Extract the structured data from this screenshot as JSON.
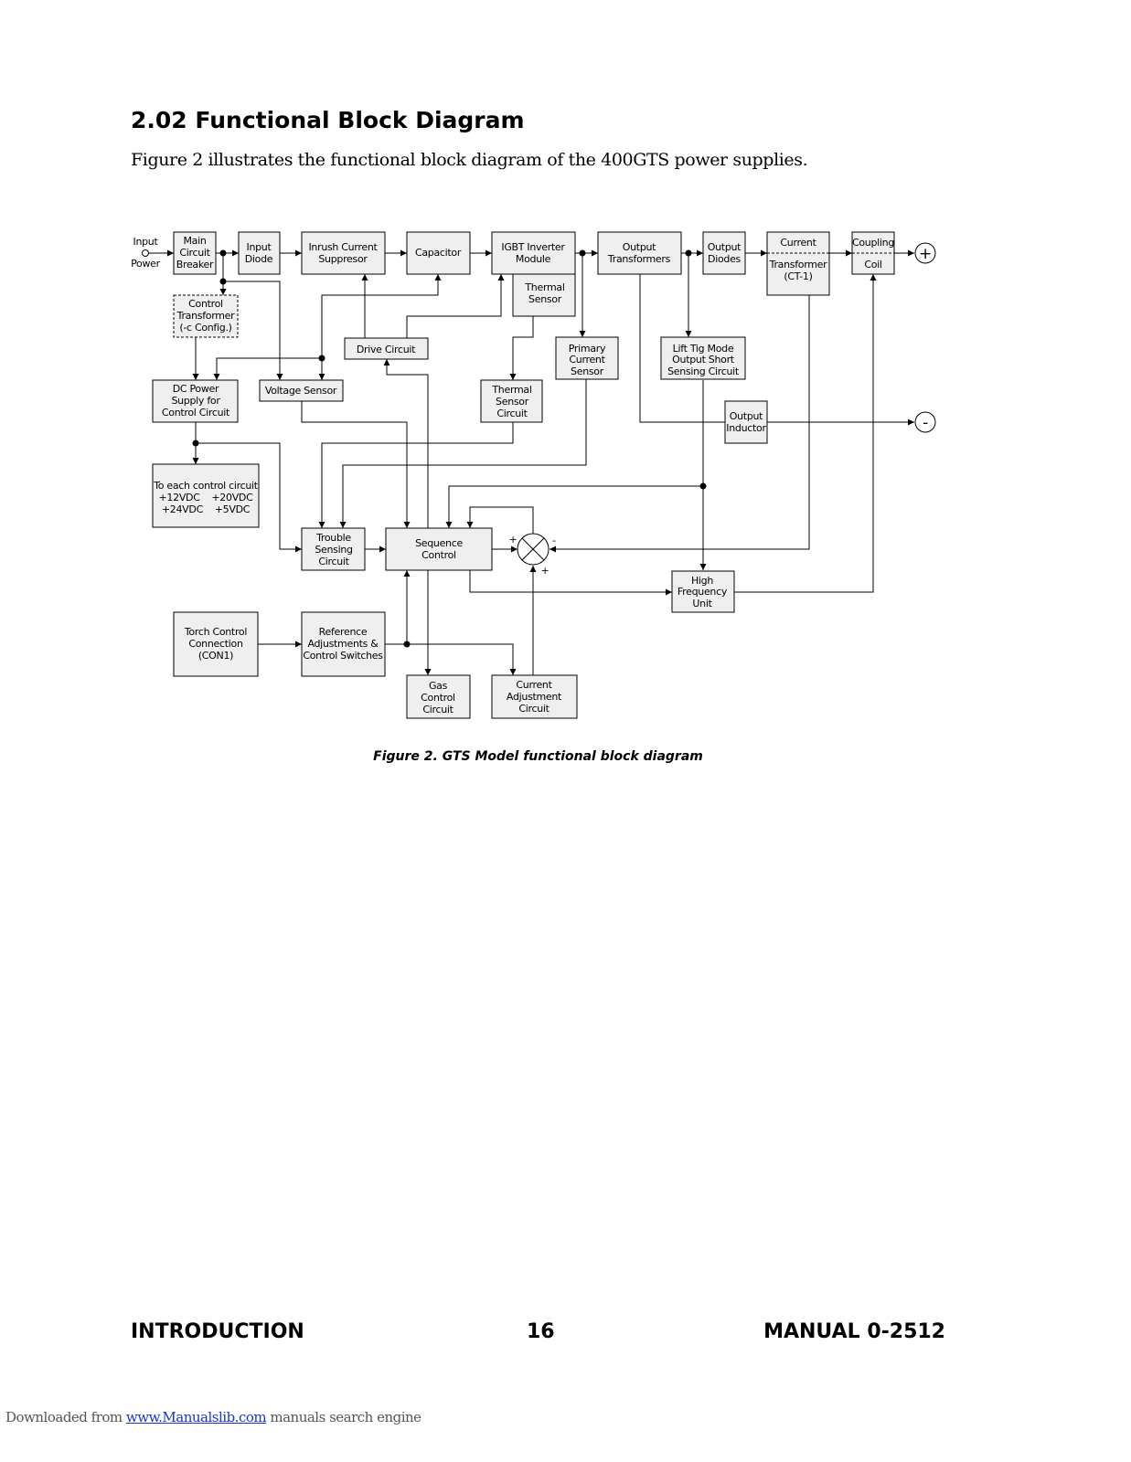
{
  "heading": "2.02 Functional Block Diagram",
  "intro": "Figure 2 illustrates the functional block diagram of the 400GTS power supplies.",
  "diagram": {
    "input_power": [
      "Input",
      "Power"
    ],
    "blocks": {
      "main_breaker": [
        "Main",
        "Circuit",
        "Breaker"
      ],
      "input_diode": [
        "Input",
        "Diode"
      ],
      "inrush": [
        "Inrush Current",
        "Suppresor"
      ],
      "capacitor": [
        "Capacitor"
      ],
      "igbt": [
        "IGBT Inverter",
        "Module"
      ],
      "thermal_sensor": [
        "Thermal",
        "Sensor"
      ],
      "output_transformers": [
        "Output",
        "Transformers"
      ],
      "output_diodes": [
        "Output",
        "Diodes"
      ],
      "current_transformer": [
        "Current",
        "Transformer",
        "(CT-1)"
      ],
      "coupling_coil": [
        "Coupling",
        "Coil"
      ],
      "control_transformer": [
        "Control",
        "Transformer",
        "(-c Config.)"
      ],
      "drive_circuit": [
        "Drive Circuit"
      ],
      "primary_current_sensor": [
        "Primary",
        "Current",
        "Sensor"
      ],
      "lift_tig": [
        "Lift Tig Mode",
        "Output Short",
        "Sensing Circuit"
      ],
      "dc_power": [
        "DC Power",
        "Supply for",
        "Control Circuit"
      ],
      "voltage_sensor": [
        "Voltage Sensor"
      ],
      "thermal_sensor_circuit": [
        "Thermal",
        "Sensor",
        "Circuit"
      ],
      "output_inductor": [
        "Output",
        "Inductor"
      ],
      "control_voltages": [
        "To each control circuit",
        "+12VDC    +20VDC",
        "+24VDC    +5VDC"
      ],
      "trouble_sensing": [
        "Trouble",
        "Sensing",
        "Circuit"
      ],
      "sequence_control": [
        "Sequence",
        "Control"
      ],
      "high_frequency": [
        "High",
        "Frequency",
        "Unit"
      ],
      "torch_control": [
        "Torch Control",
        "Connection",
        "(CON1)"
      ],
      "reference_adjustments": [
        "Reference",
        "Adjustments &",
        "Control Switches"
      ],
      "gas_control": [
        "Gas",
        "Control",
        "Circuit"
      ],
      "current_adjustment": [
        "Current",
        "Adjustment",
        "Circuit"
      ]
    },
    "terminals": {
      "positive": "+",
      "negative": "-"
    },
    "summing_signs": {
      "top": "+",
      "right": "-",
      "bottom": "+"
    }
  },
  "caption": "Figure 2. GTS Model functional block diagram",
  "footer": {
    "left": "INTRODUCTION",
    "center": "16",
    "right": "MANUAL 0-2512"
  },
  "download": {
    "prefix": "Downloaded from ",
    "link": "www.Manualslib.com",
    "suffix": " manuals search engine"
  }
}
